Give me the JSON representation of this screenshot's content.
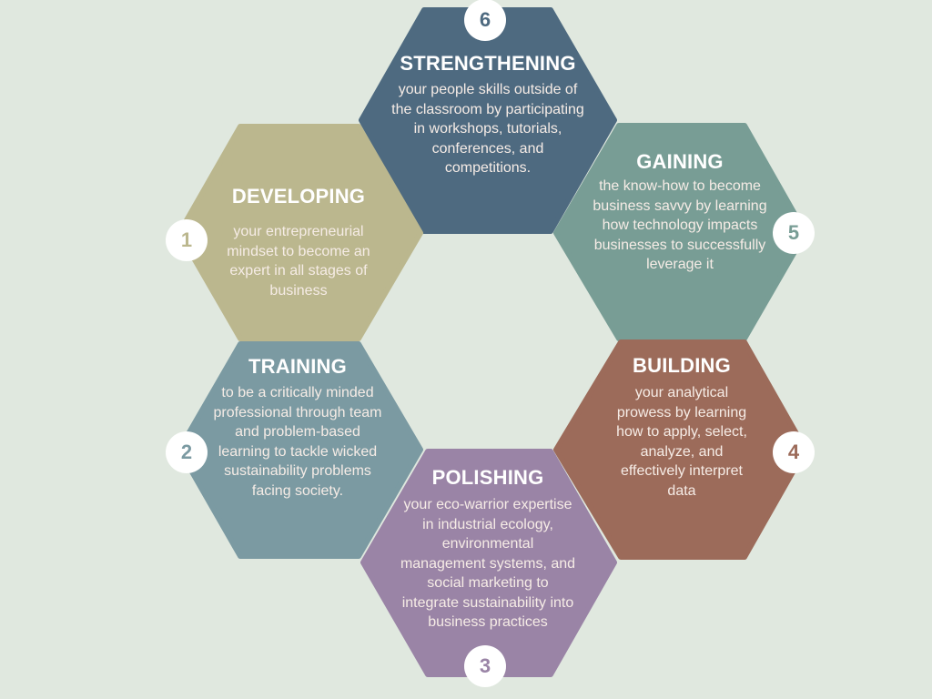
{
  "background": "#e0e8df",
  "steps": [
    {
      "number": "1",
      "title": "DEVELOPING",
      "body": "your entrepreneurial mindset to become an expert in all stages of business",
      "color": "#bbb78e"
    },
    {
      "number": "2",
      "title": "TRAINING",
      "body": "to be a critically minded professional through team and problem-based learning to tackle wicked sustainability problems facing society.",
      "color": "#7b9aa2"
    },
    {
      "number": "3",
      "title": "POLISHING",
      "body": "your eco-warrior expertise in industrial ecology, environmental management systems, and social marketing to integrate sustainability into business practices",
      "color": "#9a84a6"
    },
    {
      "number": "4",
      "title": "BUILDING",
      "body": "your analytical prowess by learning how to apply, select, analyze, and effectively interpret data",
      "color": "#9c6b5a"
    },
    {
      "number": "5",
      "title": "GAINING",
      "body": "the know-how to become business savvy by learning how technology impacts businesses to successfully leverage it",
      "color": "#789d95"
    },
    {
      "number": "6",
      "title": "STRENGTHENING",
      "body": "your people skills outside of the classroom by participating in workshops, tutorials, conferences, and competitions.",
      "color": "#4e6a80"
    }
  ]
}
